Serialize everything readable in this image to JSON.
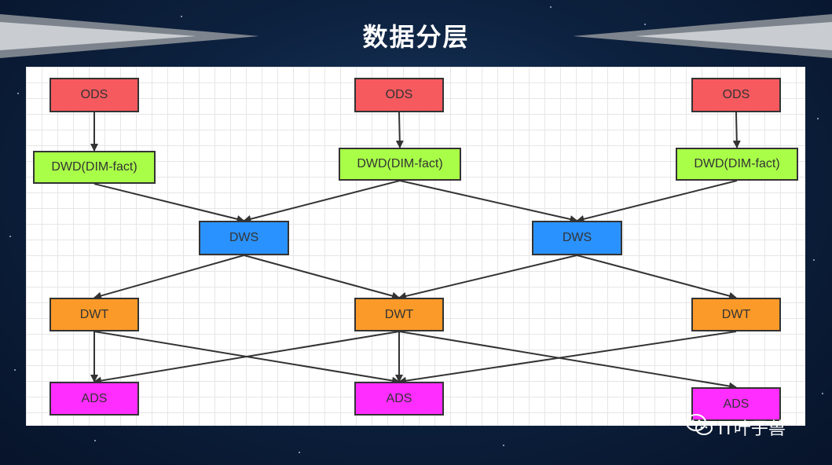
{
  "slide": {
    "title": "数据分层"
  },
  "watermark": {
    "icon": "wechat-icon",
    "text": "IT叶子兽"
  },
  "diagram": {
    "nodes": [
      {
        "id": "ods-1",
        "label": "ODS",
        "layer": "ods"
      },
      {
        "id": "ods-2",
        "label": "ODS",
        "layer": "ods"
      },
      {
        "id": "ods-3",
        "label": "ODS",
        "layer": "ods"
      },
      {
        "id": "dwd-1",
        "label": "DWD(DIM-fact)",
        "layer": "dwd"
      },
      {
        "id": "dwd-2",
        "label": "DWD(DIM-fact)",
        "layer": "dwd"
      },
      {
        "id": "dwd-3",
        "label": "DWD(DIM-fact)",
        "layer": "dwd"
      },
      {
        "id": "dws-1",
        "label": "DWS",
        "layer": "dws"
      },
      {
        "id": "dws-2",
        "label": "DWS",
        "layer": "dws"
      },
      {
        "id": "dwt-1",
        "label": "DWT",
        "layer": "dwt"
      },
      {
        "id": "dwt-2",
        "label": "DWT",
        "layer": "dwt"
      },
      {
        "id": "dwt-3",
        "label": "DWT",
        "layer": "dwt"
      },
      {
        "id": "ads-1",
        "label": "ADS",
        "layer": "ads"
      },
      {
        "id": "ads-2",
        "label": "ADS",
        "layer": "ads"
      },
      {
        "id": "ads-3",
        "label": "ADS",
        "layer": "ads"
      }
    ],
    "edges": [
      {
        "from": "ods-1",
        "to": "dwd-1"
      },
      {
        "from": "ods-2",
        "to": "dwd-2"
      },
      {
        "from": "ods-3",
        "to": "dwd-3"
      },
      {
        "from": "dwd-1",
        "to": "dws-1"
      },
      {
        "from": "dwd-2",
        "to": "dws-1"
      },
      {
        "from": "dwd-2",
        "to": "dws-2"
      },
      {
        "from": "dwd-3",
        "to": "dws-2"
      },
      {
        "from": "dws-1",
        "to": "dwt-1"
      },
      {
        "from": "dws-1",
        "to": "dwt-2"
      },
      {
        "from": "dws-2",
        "to": "dwt-2"
      },
      {
        "from": "dws-2",
        "to": "dwt-3"
      },
      {
        "from": "dwt-1",
        "to": "ads-1"
      },
      {
        "from": "dwt-1",
        "to": "ads-2"
      },
      {
        "from": "dwt-2",
        "to": "ads-1"
      },
      {
        "from": "dwt-2",
        "to": "ads-2"
      },
      {
        "from": "dwt-2",
        "to": "ads-3"
      },
      {
        "from": "dwt-3",
        "to": "ads-2"
      }
    ],
    "colors": {
      "ods": "#f65a5f",
      "dwd": "#a9ff48",
      "dws": "#2a92ff",
      "dwt": "#fb9a28",
      "ads": "#ff2dff",
      "edge": "#333333"
    }
  }
}
